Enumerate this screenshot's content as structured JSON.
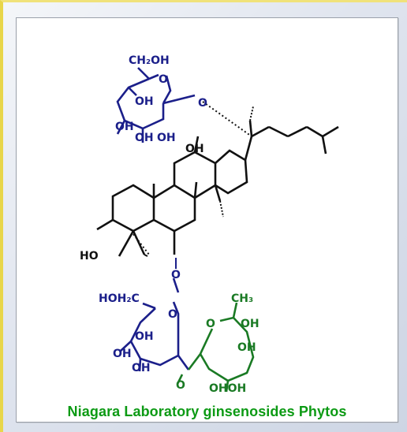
{
  "caption": "Niagara Laboratory ginsenosides Phytos",
  "colors": {
    "bonds_black": "#111111",
    "bonds_blue": "#1b1f8a",
    "bonds_green": "#1a7a24",
    "caption_green": "#0c9a14"
  },
  "atom_labels": {
    "ch2oh": "CH₂OH",
    "o": "O",
    "oh": "OH",
    "ho": "HO",
    "hoh2c": "HOH₂C",
    "ch3": "CH₃",
    "ohoh": "OHOH"
  }
}
